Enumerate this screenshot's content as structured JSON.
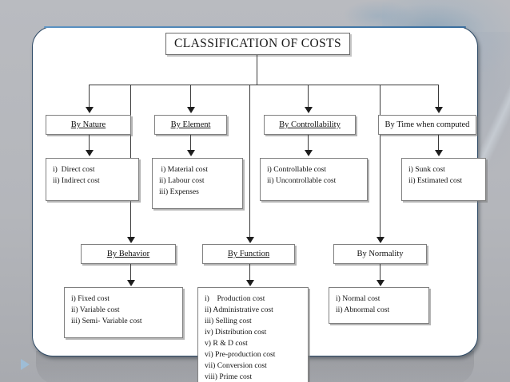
{
  "slide": {
    "title": "CLASSIFICATION OF COSTS"
  },
  "diagram": {
    "root_label": "CLASSIFICATION OF COSTS",
    "row1": [
      {
        "name": "by-nature",
        "label": "By Nature",
        "underlined": true,
        "items": [
          "i)  Direct cost",
          "ii) Indirect cost"
        ]
      },
      {
        "name": "by-element",
        "label": "By Element",
        "underlined": true,
        "items": [
          " i) Material cost",
          "ii) Labour cost",
          "iii) Expenses"
        ]
      },
      {
        "name": "by-controllability",
        "label": "By Controllability",
        "underlined": true,
        "items": [
          "i) Controllable cost",
          "ii) Uncontrollable cost"
        ]
      },
      {
        "name": "by-time-when-computed",
        "label": "By Time when computed",
        "underlined": false,
        "items": [
          "i) Sunk cost",
          "ii) Estimated cost"
        ]
      }
    ],
    "row2": [
      {
        "name": "by-behavior",
        "label": "By Behavior",
        "underlined": true,
        "items": [
          "i) Fixed cost",
          "ii) Variable cost",
          "iii) Semi- Variable cost"
        ]
      },
      {
        "name": "by-function",
        "label": "By Function",
        "underlined": true,
        "items": [
          "i)    Production cost",
          "ii) Administrative cost",
          "iii) Selling cost",
          "iv) Distribution cost",
          "v) R & D cost",
          "vi) Pre-production cost",
          "vii) Conversion cost",
          "viii) Prime cost"
        ]
      },
      {
        "name": "by-normality",
        "label": "By Normality",
        "underlined": false,
        "items": [
          "i) Normal cost",
          "ii) Abnormal cost"
        ]
      }
    ]
  },
  "colors": {
    "slide_background": "#b6b8bd",
    "card_background": "#ffffff",
    "card_border": "#2e4a66",
    "accent_rule": "#5a93c4",
    "box_border": "#808080",
    "connector": "#3a3a3a",
    "text": "#111111"
  }
}
